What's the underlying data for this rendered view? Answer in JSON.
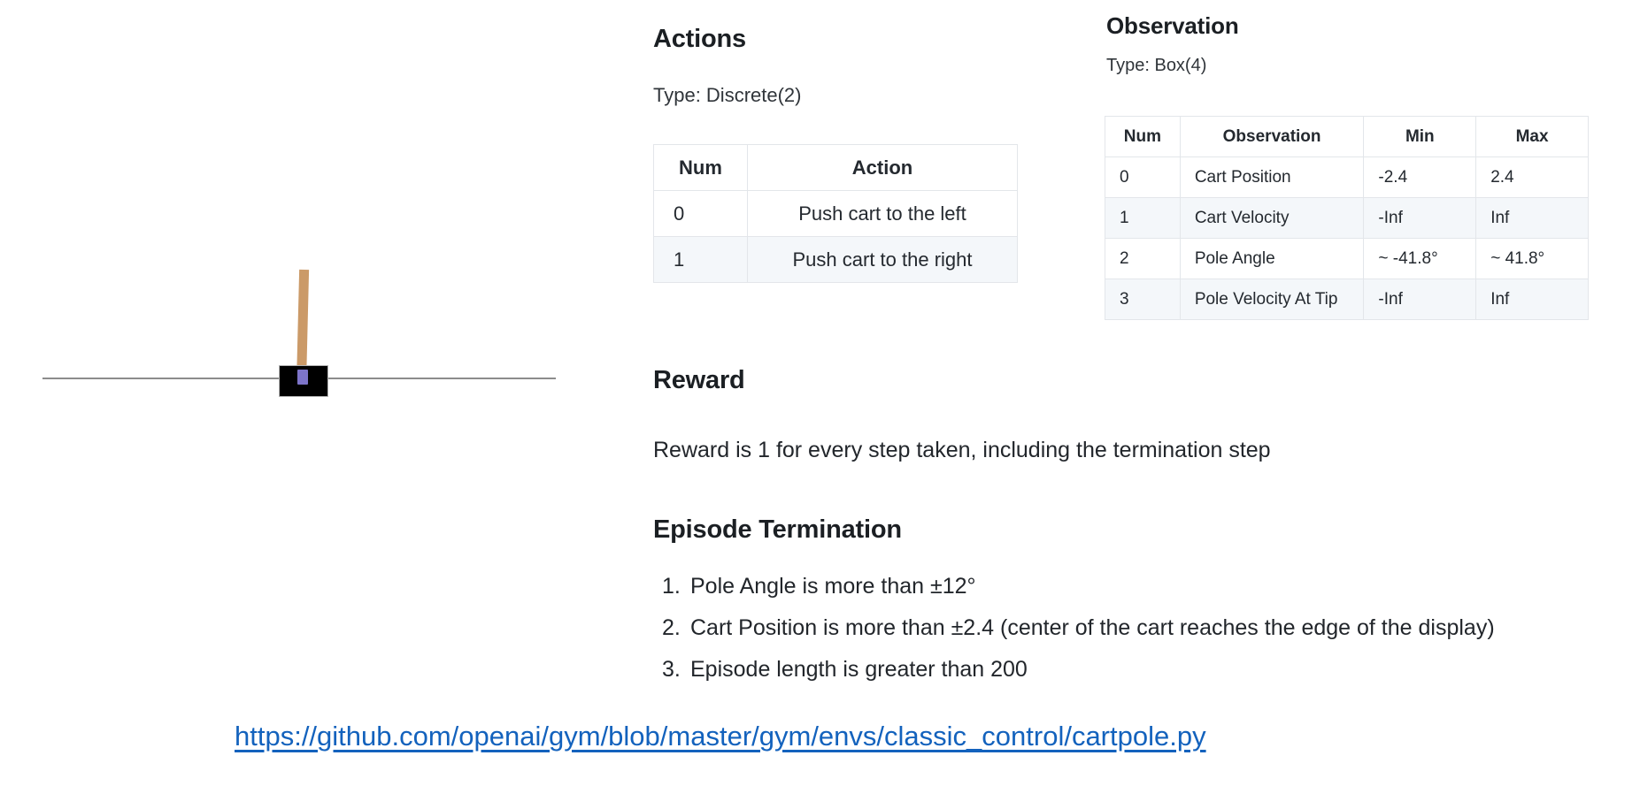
{
  "figure": {
    "name": "cartpole-diagram",
    "cart_color": "#000000",
    "pole_color": "#cb9a68",
    "axle_color": "#7d74c9",
    "track_color": "#8c8c8c"
  },
  "actions": {
    "heading": "Actions",
    "type_label": "Type: Discrete(2)",
    "columns": [
      "Num",
      "Action"
    ],
    "rows": [
      {
        "num": "0",
        "action": "Push cart to the left"
      },
      {
        "num": "1",
        "action": "Push cart to the right"
      }
    ]
  },
  "observation": {
    "heading": "Observation",
    "type_label": "Type: Box(4)",
    "columns": [
      "Num",
      "Observation",
      "Min",
      "Max"
    ],
    "rows": [
      {
        "num": "0",
        "observation": "Cart Position",
        "min": "-2.4",
        "max": "2.4"
      },
      {
        "num": "1",
        "observation": "Cart Velocity",
        "min": "-Inf",
        "max": "Inf"
      },
      {
        "num": "2",
        "observation": "Pole Angle",
        "min": "~ -41.8°",
        "max": "~ 41.8°"
      },
      {
        "num": "3",
        "observation": "Pole Velocity At Tip",
        "min": "-Inf",
        "max": "Inf"
      }
    ]
  },
  "reward": {
    "heading": "Reward",
    "text": "Reward is 1 for every step taken, including the termination step"
  },
  "termination": {
    "heading": "Episode Termination",
    "items": [
      {
        "marker": "1.",
        "text": "Pole Angle is more than ±12°"
      },
      {
        "marker": "2.",
        "text": "Cart Position is more than ±2.4 (center of the cart reaches the edge of the display)"
      },
      {
        "marker": "3.",
        "text": "Episode length is greater than 200"
      }
    ]
  },
  "footer": {
    "link_text": "https://github.com/openai/gym/blob/master/gym/envs/classic_control/cartpole.py",
    "link_color": "#1362bd"
  }
}
